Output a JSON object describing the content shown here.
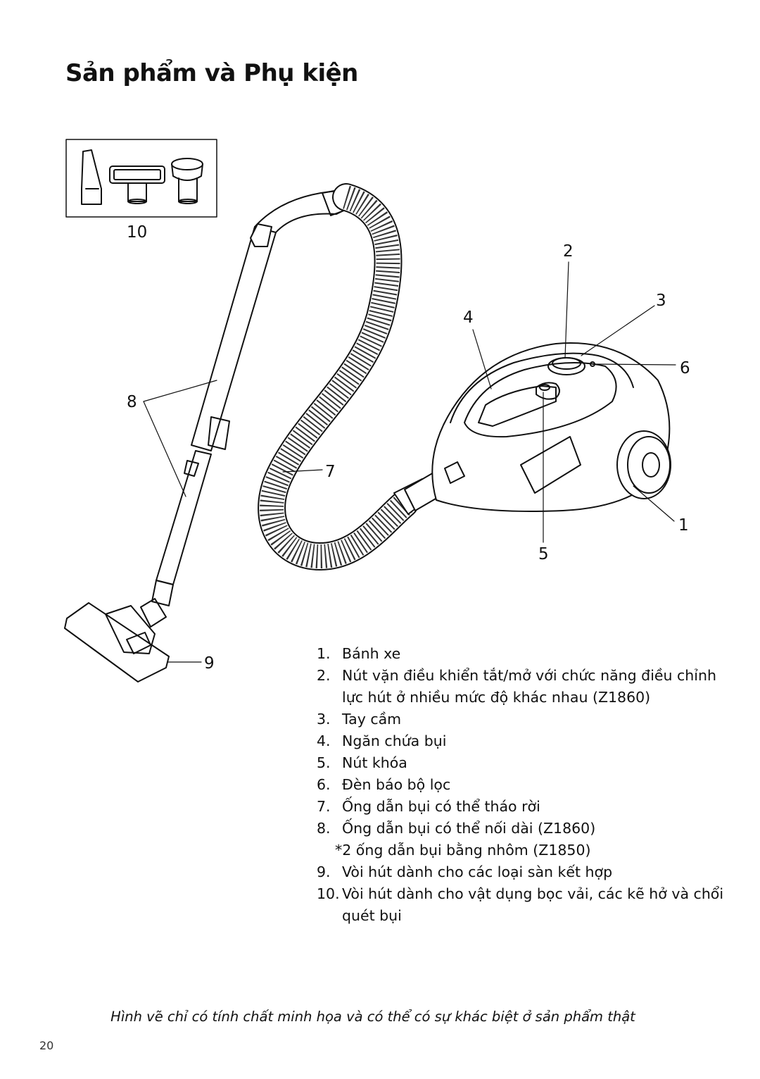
{
  "page": {
    "title": "Sản phẩm và Phụ kiện",
    "disclaimer": "Hình vẽ chỉ có tính chất minh họa và có thể có sự khác biệt ở sản phẩm thật",
    "page_number": "20"
  },
  "callouts": {
    "c1": "1",
    "c2": "2",
    "c3": "3",
    "c4": "4",
    "c5": "5",
    "c6": "6",
    "c7": "7",
    "c8": "8",
    "c9": "9",
    "c10": "10"
  },
  "parts": [
    {
      "num": "1.",
      "text": "Bánh xe"
    },
    {
      "num": "2.",
      "text": "Nút vặn điều khiển tắt/mở với chức năng điều chỉnh lực hút ở nhiều mức độ khác nhau (Z1860)"
    },
    {
      "num": "3.",
      "text": "Tay cầm"
    },
    {
      "num": "4.",
      "text": "Ngăn chứa bụi"
    },
    {
      "num": "5.",
      "text": "Nút khóa"
    },
    {
      "num": "6.",
      "text": "Đèn báo bộ lọc"
    },
    {
      "num": "7.",
      "text": "Ống dẫn bụi có thể tháo rời"
    },
    {
      "num": "8.",
      "text": "Ống dẫn bụi có thể nối dài (Z1860)",
      "note": "*2 ống dẫn bụi bằng nhôm (Z1850)"
    },
    {
      "num": "9.",
      "text": "Vòi hút dành cho các loại sàn kết hợp"
    },
    {
      "num": "10.",
      "text": "Vòi hút dành cho vật dụng bọc vải, các kẽ hở và chổi quét bụi"
    }
  ]
}
